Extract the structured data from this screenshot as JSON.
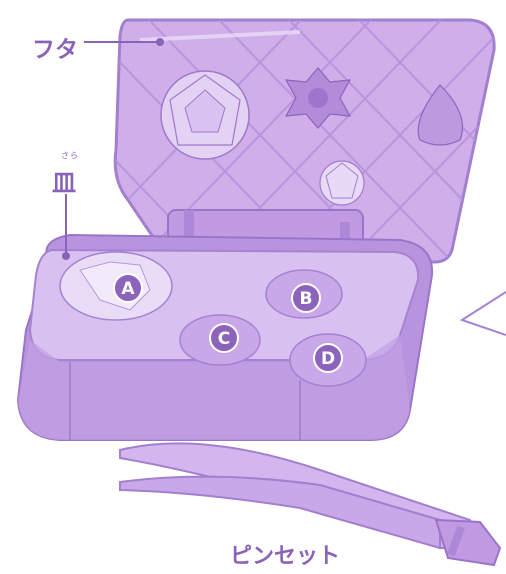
{
  "labels": {
    "lid": "フタ",
    "dish": "皿",
    "dish_ruby": "さら",
    "tweezers": "ピンセット"
  },
  "markers": [
    "A",
    "B",
    "C",
    "D"
  ],
  "colors": {
    "case_fill": "#c9a6e6",
    "case_dark": "#a27fcf",
    "case_light": "#e6d4f4",
    "grid": "#b08ed8",
    "marker": "#8c64bc",
    "label_text": "#8a63b8",
    "tweezers_fill": "#d3b6ee"
  }
}
